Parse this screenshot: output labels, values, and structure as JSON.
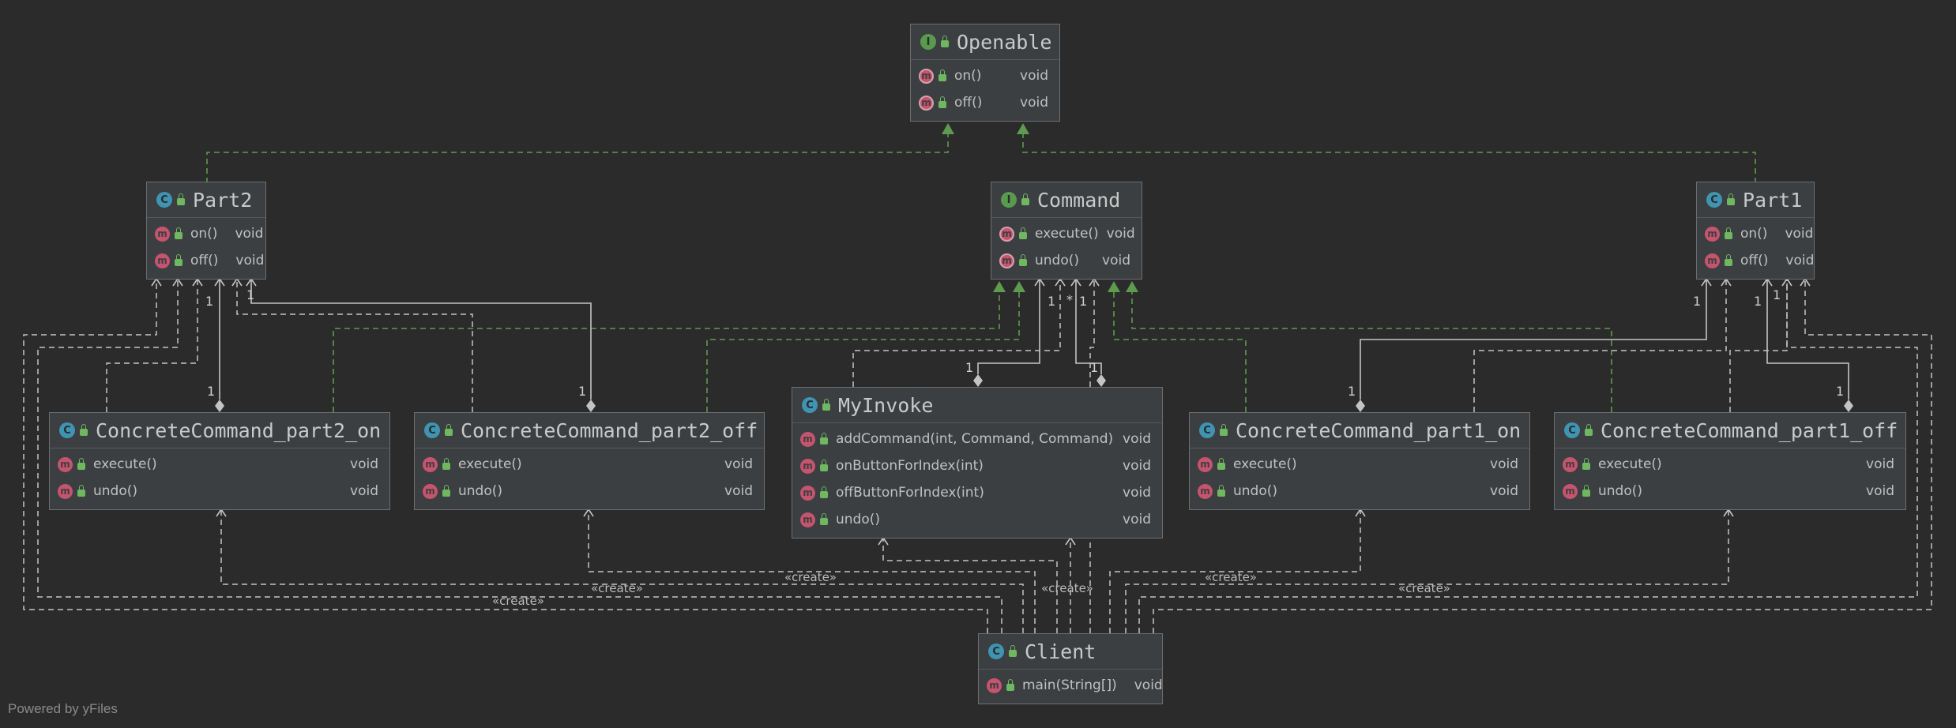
{
  "diagram": {
    "nodes": {
      "openable": {
        "title": "Openable",
        "kind": "I",
        "members": [
          {
            "name": "on()",
            "type": "void",
            "badge": "m"
          },
          {
            "name": "off()",
            "type": "void",
            "badge": "m"
          }
        ]
      },
      "command": {
        "title": "Command",
        "kind": "I",
        "members": [
          {
            "name": "execute()",
            "type": "void",
            "badge": "m"
          },
          {
            "name": "undo()",
            "type": "void",
            "badge": "m"
          }
        ]
      },
      "part2": {
        "title": "Part2",
        "kind": "C",
        "members": [
          {
            "name": "on()",
            "type": "void",
            "badge": "m"
          },
          {
            "name": "off()",
            "type": "void",
            "badge": "m"
          }
        ]
      },
      "part1": {
        "title": "Part1",
        "kind": "C",
        "members": [
          {
            "name": "on()",
            "type": "void",
            "badge": "m"
          },
          {
            "name": "off()",
            "type": "void",
            "badge": "m"
          }
        ]
      },
      "cc_part2_on": {
        "title": "ConcreteCommand_part2_on",
        "kind": "C",
        "members": [
          {
            "name": "execute()",
            "type": "void",
            "badge": "m"
          },
          {
            "name": "undo()",
            "type": "void",
            "badge": "m"
          }
        ]
      },
      "cc_part2_off": {
        "title": "ConcreteCommand_part2_off",
        "kind": "C",
        "members": [
          {
            "name": "execute()",
            "type": "void",
            "badge": "m"
          },
          {
            "name": "undo()",
            "type": "void",
            "badge": "m"
          }
        ]
      },
      "myinvoke": {
        "title": "MyInvoke",
        "kind": "C",
        "members": [
          {
            "name": "addCommand(int, Command, Command)",
            "type": "void",
            "badge": "m"
          },
          {
            "name": "onButtonForIndex(int)",
            "type": "void",
            "badge": "m"
          },
          {
            "name": "offButtonForIndex(int)",
            "type": "void",
            "badge": "m"
          },
          {
            "name": "undo()",
            "type": "void",
            "badge": "m"
          }
        ]
      },
      "cc_part1_on": {
        "title": "ConcreteCommand_part1_on",
        "kind": "C",
        "members": [
          {
            "name": "execute()",
            "type": "void",
            "badge": "m"
          },
          {
            "name": "undo()",
            "type": "void",
            "badge": "m"
          }
        ]
      },
      "cc_part1_off": {
        "title": "ConcreteCommand_part1_off",
        "kind": "C",
        "members": [
          {
            "name": "execute()",
            "type": "void",
            "badge": "m"
          },
          {
            "name": "undo()",
            "type": "void",
            "badge": "m"
          }
        ]
      },
      "client": {
        "title": "Client",
        "kind": "C",
        "members": [
          {
            "name": "main(String[])",
            "type": "void",
            "badge": "m"
          }
        ]
      }
    },
    "edge_labels": [
      "«create»",
      "«create»",
      "«create»",
      "«create»",
      "«create»",
      "«create»"
    ],
    "multiplicities": [
      "1",
      "1",
      "1",
      "1",
      "1",
      "1",
      "1",
      "1",
      "1",
      "*",
      "1",
      "1",
      "1",
      "1"
    ],
    "colors": {
      "realization": "#5e9b4e",
      "dependency": "#c4c4c4",
      "association": "#c4c4c4",
      "background": "#2b2b2b",
      "node_fill": "#3c3f41"
    }
  },
  "footer": "Powered by yFiles"
}
